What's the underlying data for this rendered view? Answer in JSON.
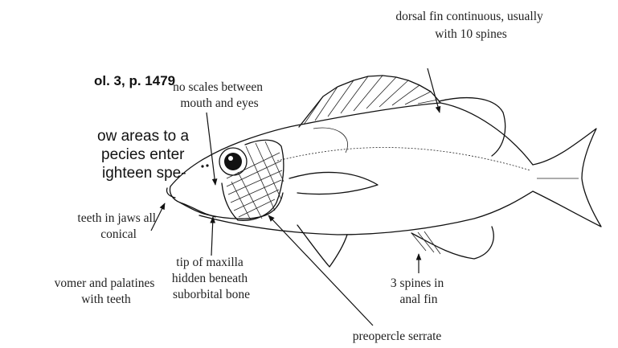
{
  "reference": "ol. 3, p. 1479",
  "body_text": [
    "ow areas to a",
    "pecies enter",
    "ighteen spe-"
  ],
  "labels": {
    "dorsal_fin": [
      "dorsal fin continuous, usually",
      "with 10 spines"
    ],
    "no_scales": [
      "no scales between",
      "mouth and eyes"
    ],
    "teeth_jaws": [
      "teeth in jaws all",
      "conical"
    ],
    "maxilla": [
      "tip of maxilla",
      "hidden beneath",
      "suborbital bone"
    ],
    "vomer": [
      "vomer and palatines",
      "with teeth"
    ],
    "anal_spines": [
      "3 spines in",
      "anal fin"
    ],
    "preopercle": [
      "preopercle serrate"
    ]
  }
}
